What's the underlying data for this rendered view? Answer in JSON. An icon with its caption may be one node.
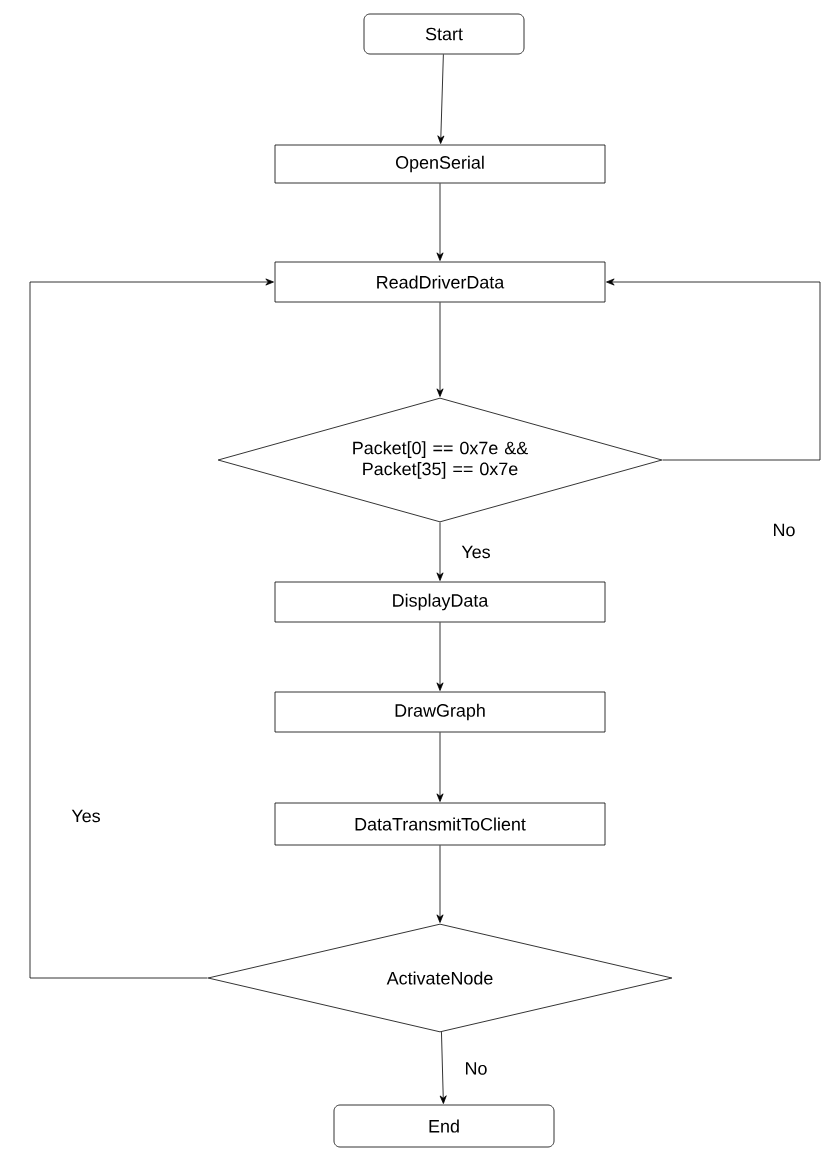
{
  "diagram": {
    "nodes": [
      {
        "text": [
          "Start"
        ]
      },
      {
        "text": [
          "OpenSerial"
        ]
      },
      {
        "text": [
          "ReadDriverData"
        ]
      },
      {
        "text": [
          "Packet[0] == 0x7e && Packet[35] == 0x7e"
        ]
      },
      {
        "text": [
          "DisplayData"
        ]
      },
      {
        "text": [
          "DrawGraph"
        ]
      },
      {
        "text": [
          "DataTransmitToClient"
        ]
      },
      {
        "text": [
          "ActivateNode"
        ]
      },
      {
        "text": [
          "End"
        ]
      }
    ],
    "edges": [
      {
        "from": 0,
        "to": 1,
        "arrow": "to"
      },
      {
        "from": 1,
        "to": 2,
        "arrow": "to"
      },
      {
        "from": 2,
        "to": 3,
        "arrow": "to"
      },
      {
        "from": 3,
        "to": 4,
        "arrow": "to",
        "label": "Yes"
      },
      {
        "from": 3,
        "to": 2,
        "arrow": "to",
        "label": "No"
      },
      {
        "from": 4,
        "to": 5,
        "arrow": "to"
      },
      {
        "from": 5,
        "to": 6,
        "arrow": "to"
      },
      {
        "from": 6,
        "to": 7,
        "arrow": "to"
      },
      {
        "from": 7,
        "to": 2,
        "arrow": "to",
        "label": "Yes"
      },
      {
        "from": 7,
        "to": 8,
        "arrow": "to",
        "label": "No"
      }
    ]
  }
}
